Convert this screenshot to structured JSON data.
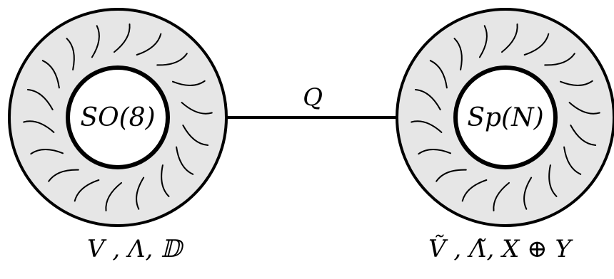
{
  "nodes": [
    {
      "id": "left",
      "label": "SO(8)"
    },
    {
      "id": "right",
      "label": "Sp(N)"
    }
  ],
  "edge": {
    "label": "Q"
  },
  "captions": {
    "left": "V , Λ, 𝔻",
    "right": "Ṽ , Λ̃, X ⊕ Y"
  },
  "colors": {
    "ring_fill": "#e6e6e6",
    "stroke": "#000000",
    "inner_fill": "#ffffff"
  }
}
